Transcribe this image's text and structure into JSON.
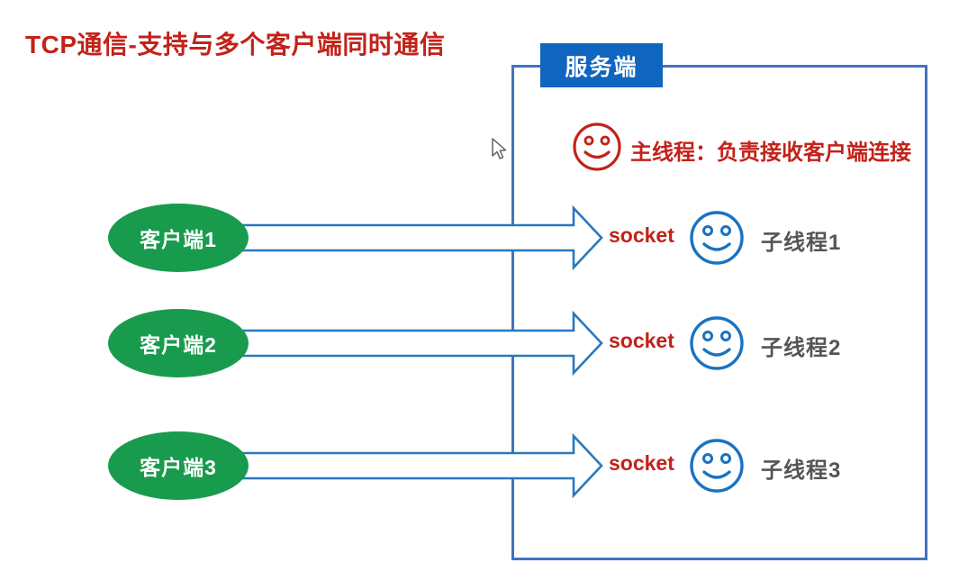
{
  "title": "TCP通信-支持与多个客户端同时通信",
  "server": {
    "label": "服务端",
    "main_thread": {
      "text": "主线程：负责接收客户端连接"
    }
  },
  "rows": [
    {
      "client": "客户端1",
      "socket": "socket",
      "thread": "子线程1"
    },
    {
      "client": "客户端2",
      "socket": "socket",
      "thread": "子线程2"
    },
    {
      "client": "客户端3",
      "socket": "socket",
      "thread": "子线程3"
    }
  ],
  "icons": {
    "main_thread_smiley": "red-smiley-face-icon",
    "worker_smiley": "blue-smiley-face-icon",
    "arrow": "right-arrow-outline",
    "cursor": "mouse-pointer-cursor"
  },
  "colors": {
    "title_red": "#c2221a",
    "client_green": "#189b4d",
    "server_label_blue": "#1065be",
    "server_border_blue": "#4472c4",
    "arrow_blue": "#2878be",
    "smiley_blue": "#1a72c2",
    "thread_gray": "#555555",
    "background": "#ffffff"
  }
}
